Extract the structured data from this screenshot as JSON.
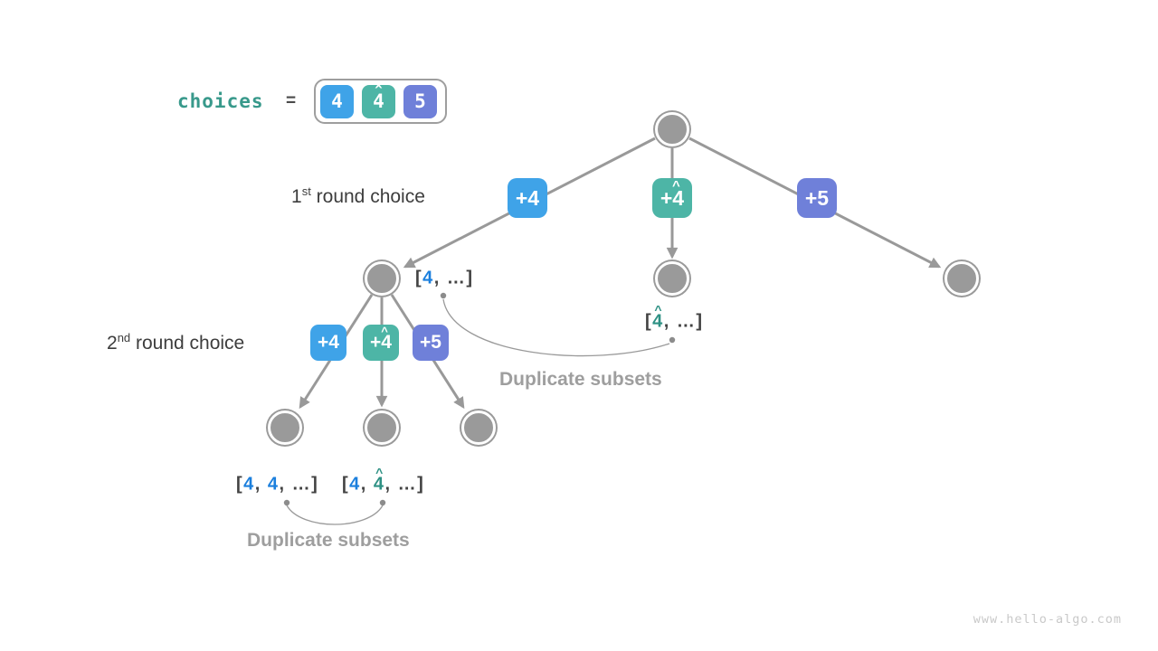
{
  "palette": {
    "blue": "#3fa3e8",
    "teal": "#4db5a6",
    "purple": "#6f80d9",
    "node_gray": "#9a9a9a",
    "edge_gray": "#999999",
    "text_dark": "#3d3d3d",
    "muted_gray": "#9e9e9e",
    "label_blue": "#1b7fdd",
    "label_teal": "#2e9184",
    "choices_teal": "#38998b",
    "watermark_gray": "#c9c9c9"
  },
  "header": {
    "variable": "choices",
    "equals": "=",
    "array": [
      {
        "value": "4",
        "color": "blue"
      },
      {
        "value": "4",
        "hat": "^",
        "color": "teal"
      },
      {
        "value": "5",
        "color": "purple"
      }
    ]
  },
  "round_labels": {
    "r1": {
      "number": "1",
      "ordinal": "st",
      "text": " round choice"
    },
    "r2": {
      "number": "2",
      "ordinal": "nd",
      "text": " round choice"
    }
  },
  "edge_badges": {
    "round1": [
      {
        "text": "+4",
        "color": "blue"
      },
      {
        "text": "+4",
        "hat": "^",
        "color": "teal"
      },
      {
        "text": "+5",
        "color": "purple"
      }
    ],
    "round2": [
      {
        "text": "+4",
        "color": "blue"
      },
      {
        "text": "+4",
        "hat": "^",
        "color": "teal"
      },
      {
        "text": "+5",
        "color": "purple"
      }
    ]
  },
  "subset_labels": {
    "after_first_4": {
      "open": "[",
      "first": "4",
      "comma": ", ",
      "ellipsis": "…",
      "close": "]"
    },
    "after_first_4hat": {
      "open": "[",
      "first": "4",
      "hat": "^",
      "comma": ", ",
      "ellipsis": "…",
      "close": "]"
    },
    "after_second_44": {
      "open": "[",
      "first": "4",
      "comma1": ", ",
      "second": "4",
      "comma2": ", ",
      "ellipsis": "…",
      "close": "]"
    },
    "after_second_44hat": {
      "open": "[",
      "first": "4",
      "comma1": ", ",
      "second": "4",
      "hat": "^",
      "comma2": ", ",
      "ellipsis": "…",
      "close": "]"
    }
  },
  "annotations": {
    "duplicate_top": "Duplicate subsets",
    "duplicate_bottom": "Duplicate subsets"
  },
  "watermark": "www.hello-algo.com"
}
